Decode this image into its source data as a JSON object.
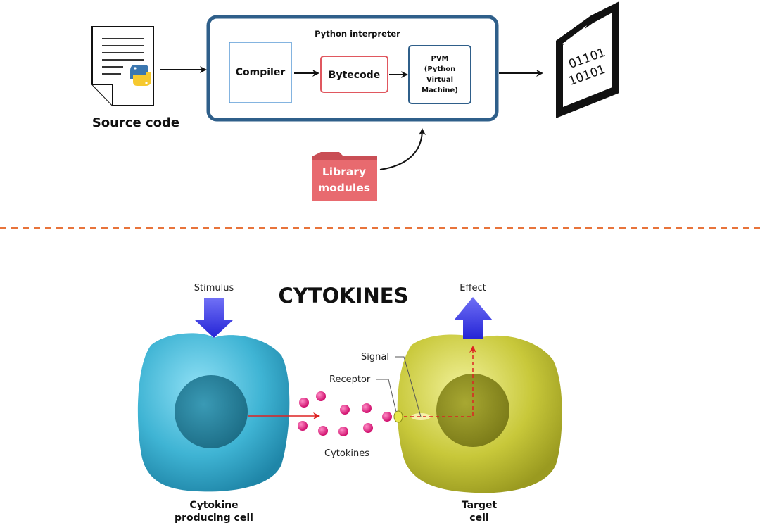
{
  "top": {
    "source_code_label": "Source code",
    "interpreter_title": "Python interpreter",
    "compiler_label": "Compiler",
    "bytecode_label": "Bytecode",
    "pvm_lines": [
      "PVM",
      "(Python",
      "Virtual",
      "Machine)"
    ],
    "library_lines": [
      "Library",
      "modules"
    ],
    "binary_lines": [
      "01101",
      "10101"
    ]
  },
  "bottom": {
    "title": "CYTOKINES",
    "stimulus_label": "Stimulus",
    "effect_label": "Effect",
    "signal_label": "Signal",
    "receptor_label": "Receptor",
    "cytokines_label": "Cytokines",
    "producing_cell_lines": [
      "Cytokine",
      "producing cell"
    ],
    "target_cell_lines": [
      "Target",
      "cell"
    ]
  },
  "colors": {
    "interpreter_border": "#2f5f8a",
    "compiler_border": "#5b9bd5",
    "bytecode_border": "#e0575f",
    "pvm_border": "#2f5f8a",
    "library_folder": "#e86a6f",
    "separator": "#e8743b",
    "stimulus_arrow": "#3a3ae8",
    "producing_cell": "#3fb4d4",
    "target_cell": "#c8c83a",
    "cytokine_dot": "#e0157a",
    "signal_path": "#e03030"
  }
}
